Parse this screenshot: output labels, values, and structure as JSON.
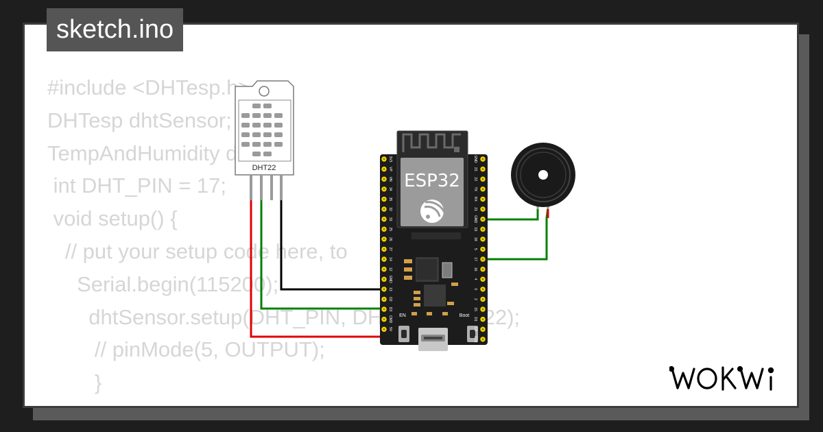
{
  "sketch": {
    "filename": "sketch.ino",
    "code_lines": [
      "#include <DHTesp.h>",
      "DHTesp dhtSensor;",
      "TempAndHumidity data;",
      " int DHT_PIN = 17;",
      " void setup() {",
      "   // put your setup code here, to",
      "     Serial.begin(115200);",
      "       dhtSensor.setup(DHT_PIN, DHTesp::DHT22);",
      "        // pinMode(5, OUTPUT);",
      "        }"
    ]
  },
  "circuit": {
    "sensor_label": "DHT22",
    "board_label": "ESP32",
    "button_labels": {
      "en": "EN",
      "boot": "Boot"
    },
    "left_pins": [
      "3V3",
      "VP",
      "VN",
      "34",
      "35",
      "32",
      "33",
      "25",
      "26",
      "27",
      "14",
      "12",
      "GND",
      "13",
      "D2",
      "D3",
      "CMD",
      "5V"
    ],
    "right_pins": [
      "GND",
      "23",
      "22",
      "TX",
      "RX",
      "21",
      "GND",
      "19",
      "18",
      "5",
      "17",
      "16",
      "4",
      "0",
      "2",
      "15",
      "D1",
      "D0",
      "CLK"
    ],
    "wire_colors": {
      "vcc": "#e00000",
      "data": "#008000",
      "gnd": "#000000"
    }
  },
  "logo": {
    "text": "WOKWi"
  }
}
